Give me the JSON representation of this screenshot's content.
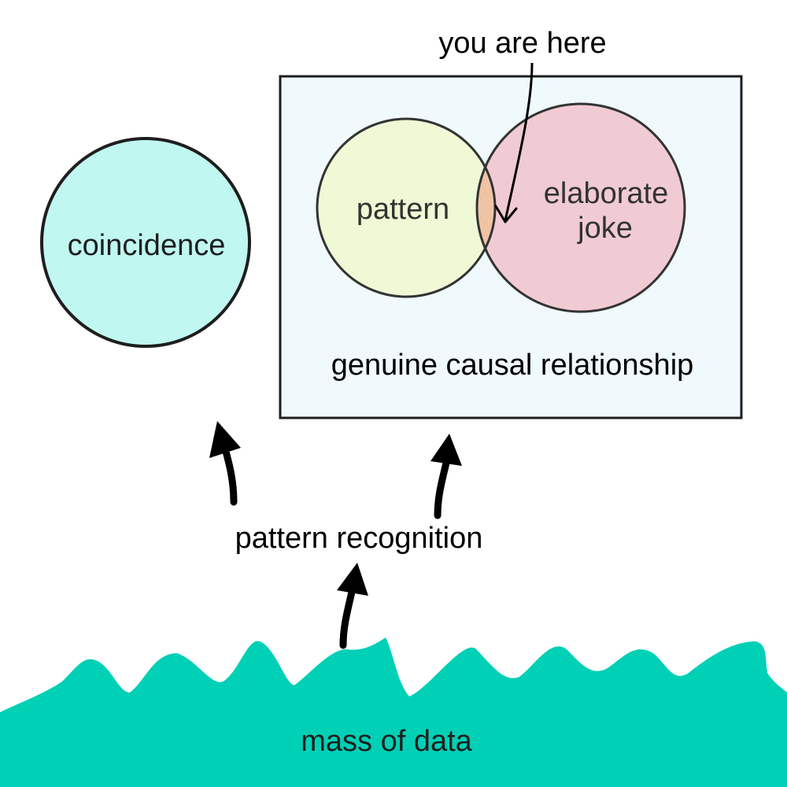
{
  "labels": {
    "you_are_here": "you are here",
    "coincidence": "coincidence",
    "pattern": "pattern",
    "elaborate_joke_line1": "elaborate",
    "elaborate_joke_line2": "joke",
    "genuine_causal": "genuine causal relationship",
    "pattern_recognition": "pattern recognition",
    "mass_of_data": "mass of data"
  },
  "colors": {
    "coincidence_fill": "#c0f7f0",
    "box_fill": "#f0f9fc",
    "pattern_fill": "#f0f9d5",
    "joke_fill": "#f1cbd3",
    "overlap_fill": "#efc4a5",
    "data_fill": "#00d0b5",
    "stroke": "#1e1e1e"
  }
}
